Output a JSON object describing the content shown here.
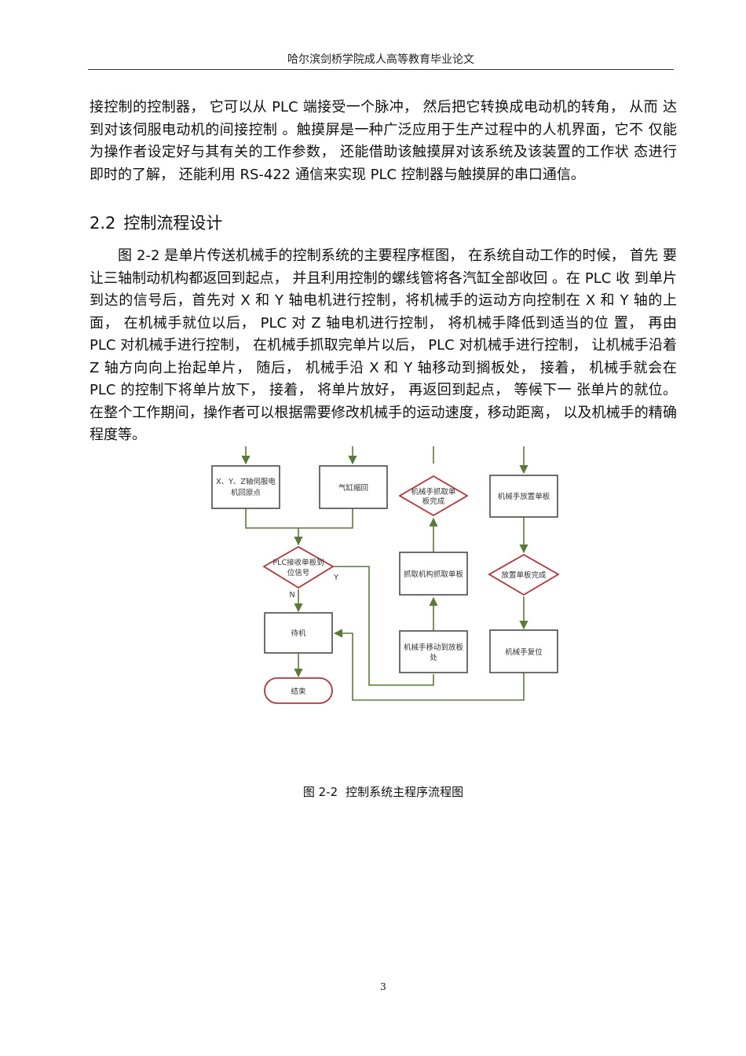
{
  "header": {
    "title": "哈尔滨剑桥学院成人高等教育毕业论文"
  },
  "paragraphs": {
    "p1": "接控制的控制器， 它可以从 PLC 端接受一个脉冲， 然后把它转换成电动机的转角， 从而 达到对该伺服电动机的间接控制 。触摸屏是一种广泛应用于生产过程中的人机界面，它不 仅能为操作者设定好与其有关的工作参数， 还能借助该触摸屏对该系统及该装置的工作状 态进行即时的了解， 还能利用 RS-422 通信来实现 PLC 控制器与触摸屏的串口通信。",
    "p2": "图 2-2 是单片传送机械手的控制系统的主要程序框图， 在系统自动工作的时候， 首先 要让三轴制动机构都返回到起点， 并且利用控制的螺线管将各汽缸全部收回 。在 PLC 收 到单片到达的信号后，首先对 X 和 Y 轴电机进行控制，将机械手的运动方向控制在 X 和 Y 轴的上面， 在机械手就位以后， PLC 对 Z 轴电机进行控制， 将机械手降低到适当的位 置， 再由 PLC 对机械手进行控制， 在机械手抓取完单片以后， PLC 对机械手进行控制， 让机械手沿着 Z 轴方向向上抬起单片， 随后， 机械手沿 X 和 Y 轴移动到搁板处， 接着， 机械手就会在 PLC 的控制下将单片放下， 接着， 将单片放好， 再返回到起点， 等候下一 张单片的就位。在整个工作期间，操作者可以根据需要修改机械手的运动速度，移动距离， 以及机械手的精确程度等。"
  },
  "section": {
    "number": "2.2",
    "title": "控制流程设计"
  },
  "flowchart": {
    "nodes": {
      "home": [
        "X、Y、Z轴伺服电",
        "机回原点"
      ],
      "cylinder": "气缸缩回",
      "decision_signal": [
        "PLC接收单板到",
        "位信号"
      ],
      "wait": "待机",
      "end": "结束",
      "decision_grab": [
        "机械手抓取单",
        "板完成"
      ],
      "grab": "抓取机构抓取单板",
      "move": [
        "机械手移动到放板",
        "处"
      ],
      "place": "机械手放置单板",
      "decision_place": "放置单板完成",
      "reset": "机械手复位"
    },
    "labels": {
      "yes": "Y",
      "no": "N"
    },
    "colors": {
      "box_stroke": "#4a4a4a",
      "decision_stroke": "#b0353a",
      "arrow": "#5a7a3a",
      "text": "#333333"
    }
  },
  "caption": {
    "number": "图 2-2",
    "text": "控制系统主程序流程图"
  },
  "page_number": "3"
}
